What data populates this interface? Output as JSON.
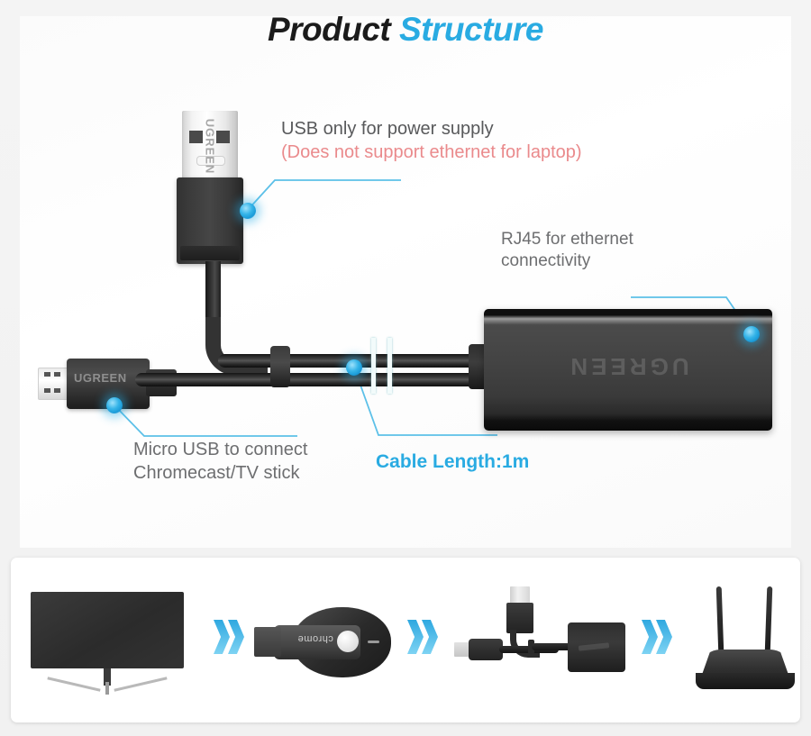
{
  "page": {
    "title_part1": "Product ",
    "title_part2": "Structure",
    "accent_blue": "#29ABE2",
    "warning_red": "#ea8a8c",
    "text_gray": "#6d6e70"
  },
  "callouts": [
    {
      "id": "usb-power",
      "line1": "USB only for power supply",
      "line2": "(Does not support ethernet for laptop)",
      "marker": "blue-dot-marker"
    },
    {
      "id": "rj45",
      "line1": "RJ45 for ethernet",
      "line2": "connectivity",
      "marker": "blue-dot-marker"
    },
    {
      "id": "micro-usb",
      "line1": "Micro USB to connect",
      "line2": "Chromecast/TV stick",
      "marker": "blue-dot-marker"
    },
    {
      "id": "cable-length",
      "line1": "Cable Length:1m",
      "line2": "",
      "marker": "blue-dot-marker"
    }
  ],
  "product": {
    "brand": "UGREEN",
    "usb_a_connector": "UGREEN",
    "micro_usb_connector": "UGREEN",
    "adapter_body_brand": "UGREEN"
  },
  "flow_diagram": {
    "steps": [
      {
        "name": "tv-monitor",
        "label": ""
      },
      {
        "name": "chromecast-dongle",
        "label": "chrome"
      },
      {
        "name": "ethernet-adapter",
        "label": ""
      },
      {
        "name": "wifi-router",
        "label": ""
      }
    ],
    "arrow": "double-chevron-right"
  }
}
